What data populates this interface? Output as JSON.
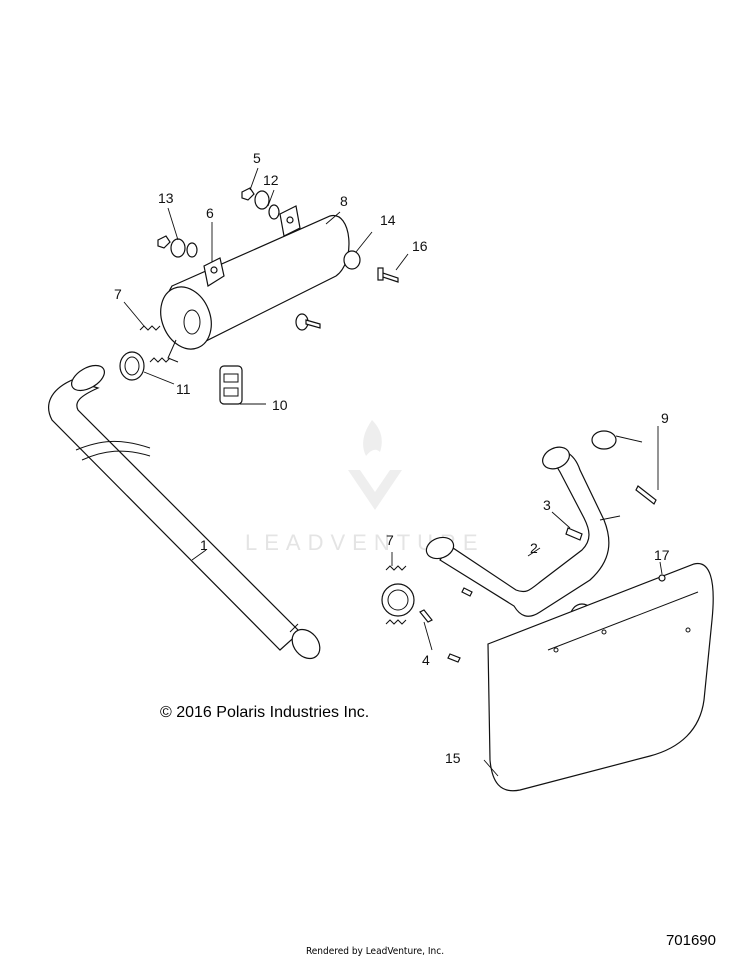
{
  "diagram": {
    "copyright": "© 2016 Polaris Industries Inc.",
    "figure_id": "701690",
    "rendered_by": "Rendered by LeadVenture, Inc.",
    "watermark": "LEADVENTURE",
    "callouts": [
      "1",
      "2",
      "3",
      "4",
      "5",
      "6",
      "7",
      "7",
      "8",
      "9",
      "10",
      "11",
      "12",
      "13",
      "14",
      "15",
      "16",
      "17"
    ]
  }
}
